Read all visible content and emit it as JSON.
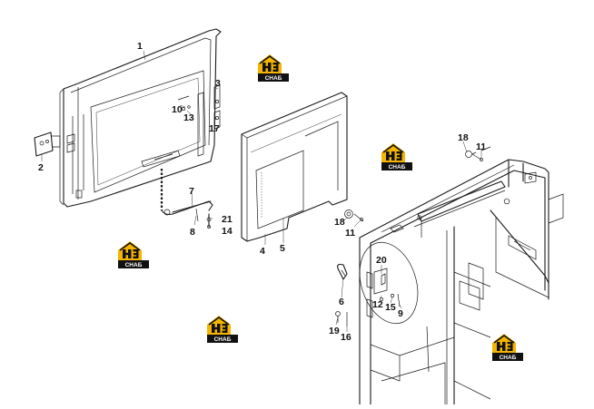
{
  "diagram": {
    "callouts": [
      {
        "id": "c1",
        "text": "1"
      },
      {
        "id": "c2",
        "text": "2"
      },
      {
        "id": "c3",
        "text": "3"
      },
      {
        "id": "c4",
        "text": "4"
      },
      {
        "id": "c5",
        "text": "5"
      },
      {
        "id": "c6",
        "text": "6"
      },
      {
        "id": "c7",
        "text": "7"
      },
      {
        "id": "c8",
        "text": "8"
      },
      {
        "id": "c9",
        "text": "9"
      },
      {
        "id": "c10",
        "text": "10"
      },
      {
        "id": "c11a",
        "text": "11"
      },
      {
        "id": "c11b",
        "text": "11"
      },
      {
        "id": "c12",
        "text": "12"
      },
      {
        "id": "c13",
        "text": "13"
      },
      {
        "id": "c14",
        "text": "14"
      },
      {
        "id": "c15",
        "text": "15"
      },
      {
        "id": "c16",
        "text": "16"
      },
      {
        "id": "c17",
        "text": "17"
      },
      {
        "id": "c18a",
        "text": "18"
      },
      {
        "id": "c18b",
        "text": "18"
      },
      {
        "id": "c19",
        "text": "19"
      },
      {
        "id": "c20",
        "text": "20"
      },
      {
        "id": "c21",
        "text": "21"
      }
    ]
  },
  "watermark": {
    "text": "СНАБ",
    "colors": {
      "yellow": "#f5b400",
      "black": "#111111",
      "white": "#ffffff"
    }
  }
}
